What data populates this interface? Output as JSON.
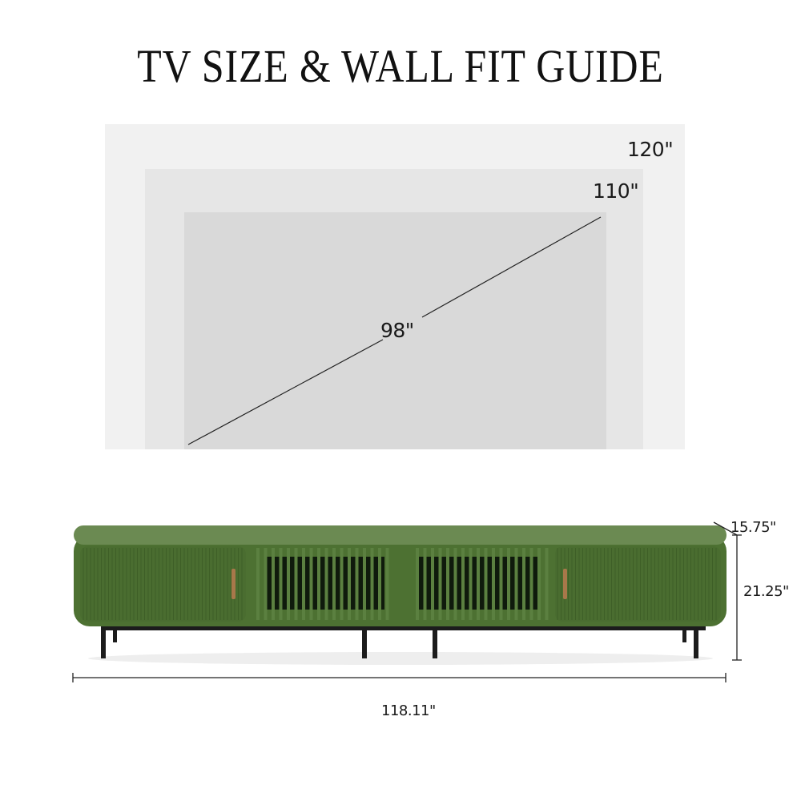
{
  "title": "TV SIZE & WALL FIT GUIDE",
  "tv_sizes": [
    {
      "label": "120\"",
      "color": "#f1f1f1"
    },
    {
      "label": "110\"",
      "color": "#e6e6e6"
    },
    {
      "label": "98\"",
      "color": "#d9d9d9"
    }
  ],
  "tv_stand": {
    "body_color": "#4d7132",
    "top_color": "#6b8a52",
    "handle_color": "#a8784a",
    "leg_color": "#1c1c1c",
    "dimensions": {
      "depth": "15.75\"",
      "height": "21.25\"",
      "width": "118.11\""
    }
  }
}
